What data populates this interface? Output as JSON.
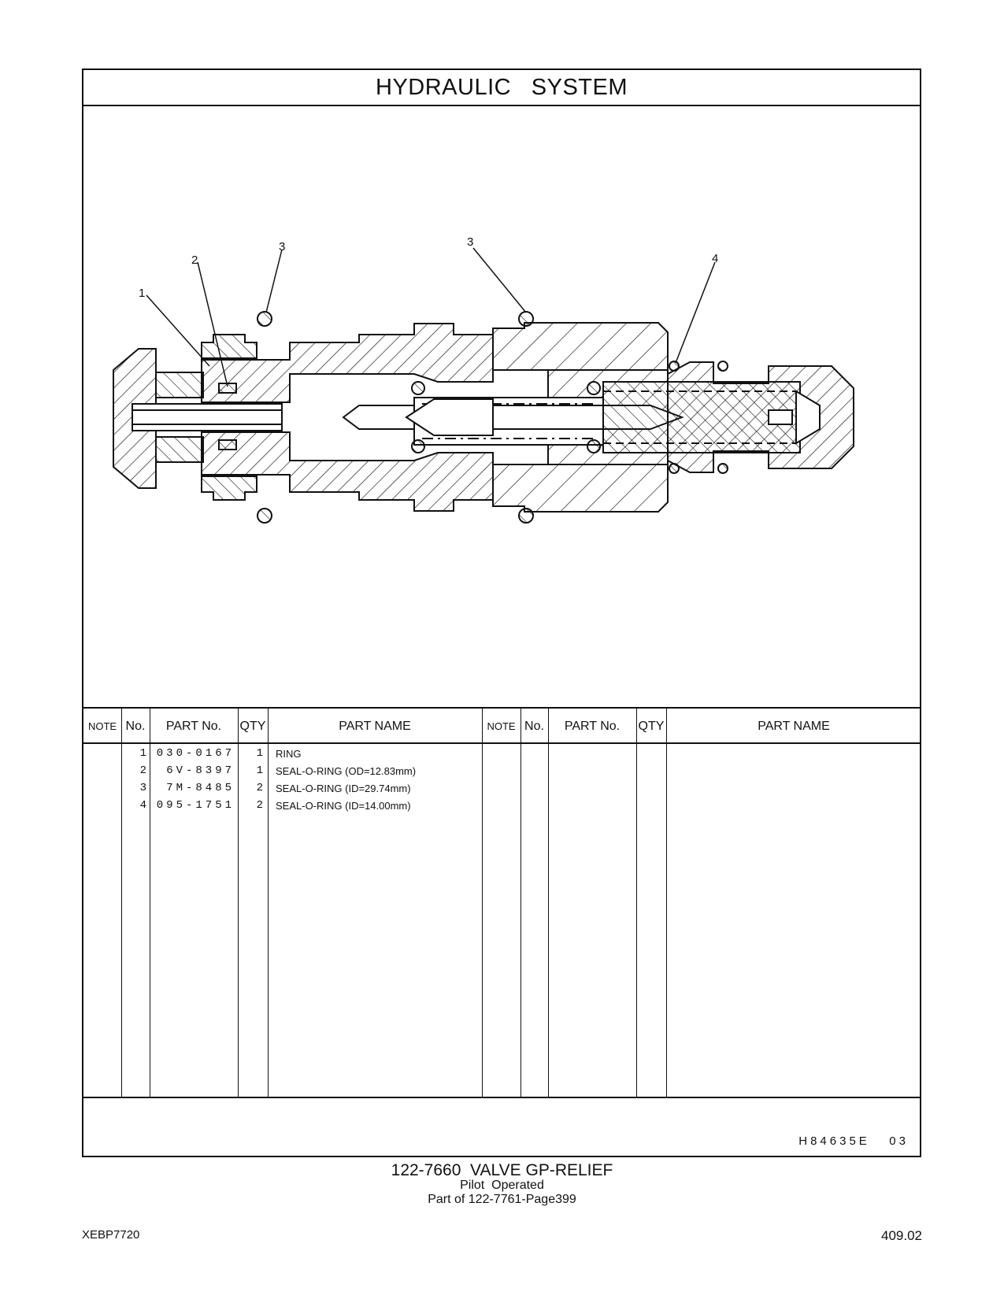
{
  "header": {
    "title": "HYDRAULIC   SYSTEM"
  },
  "diagram": {
    "callouts": [
      {
        "label": "1"
      },
      {
        "label": "2"
      },
      {
        "label": "3"
      },
      {
        "label": "3"
      },
      {
        "label": "4"
      }
    ]
  },
  "table": {
    "headers": {
      "note": "NOTE",
      "no": "No.",
      "part_no": "PART No.",
      "qty": "QTY",
      "part_name": "PART NAME"
    },
    "rows": [
      {
        "no": "1",
        "part_no": "030-0167",
        "qty": "1",
        "name": "RING"
      },
      {
        "no": "2",
        "part_no": "6V-8397",
        "qty": "1",
        "name": "SEAL-O-RING (OD=12.83mm)"
      },
      {
        "no": "3",
        "part_no": "7M-8485",
        "qty": "2",
        "name": "SEAL-O-RING (ID=29.74mm)"
      },
      {
        "no": "4",
        "part_no": "095-1751",
        "qty": "2",
        "name": "SEAL-O-RING (ID=14.00mm)"
      }
    ],
    "ref_code": "H84635E   03"
  },
  "caption": {
    "main": "122-7660  VALVE GP-RELIEF",
    "sub": "Pilot  Operated",
    "part_of": "Part of 122-7761-Page399"
  },
  "footer": {
    "doc_id": "XEBP7720",
    "page": "409.02"
  }
}
